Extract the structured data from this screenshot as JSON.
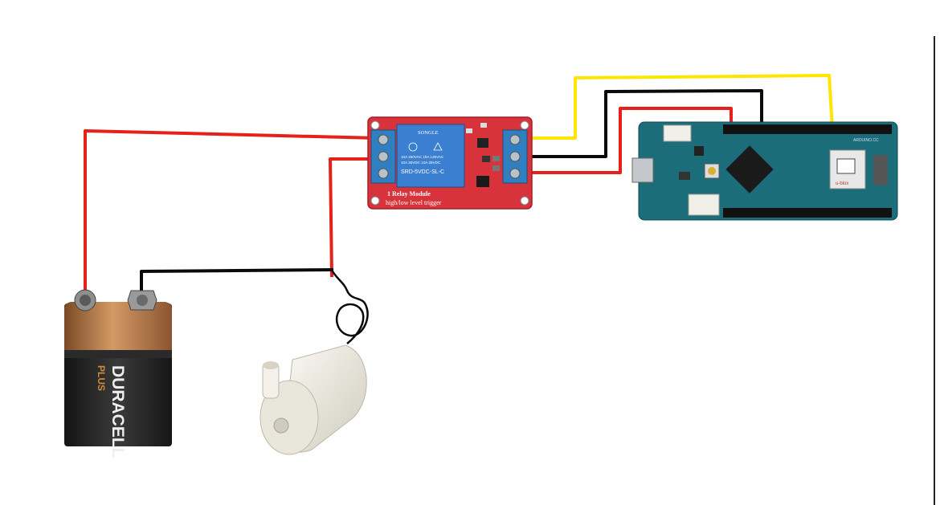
{
  "relay": {
    "brand": "SONGLE",
    "model": "SRD-5VDC-SL-C",
    "rating_ac": "10A 250VAC  10A 125VAC",
    "rating_dc": "10A  30VDC  10A 28VDC",
    "title_line1": "1 Relay  Module",
    "title_line2": "high/low level trigger"
  },
  "battery": {
    "brand": "DURACELL",
    "sub": "PLUS"
  },
  "arduino": {
    "brand": "ARDUINO.CC",
    "module": "u-blox"
  },
  "colors": {
    "wire_red": "#e8201c",
    "wire_black": "#0a0a0a",
    "wire_yellow": "#ffe600",
    "relay_pcb": "#d8323a",
    "terminal_blue": "#2f7fc1",
    "arduino_pcb": "#1b6d7a",
    "battery_copper": "#b5723f",
    "battery_black": "#232323",
    "pump_body": "#ebe9e0"
  },
  "icons": [
    "relay-module",
    "arduino-board",
    "battery-9v",
    "water-pump"
  ]
}
